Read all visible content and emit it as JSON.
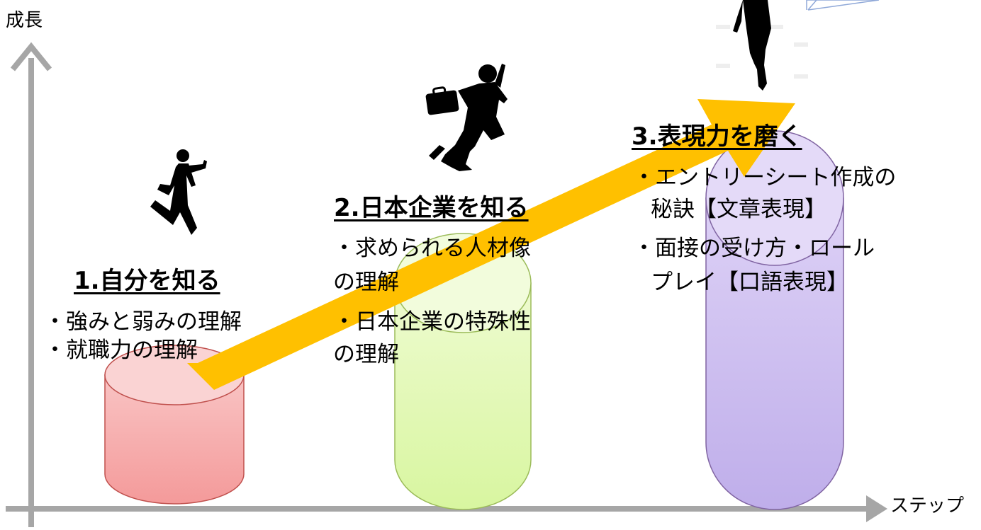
{
  "axes": {
    "y_label": "成長",
    "x_label": "ステップ"
  },
  "steps": [
    {
      "title": "1.自分を知る",
      "lines": [
        "・強みと弱みの理解",
        "・就職力の理解"
      ],
      "color": "#f7a9a9"
    },
    {
      "title": "2.日本企業を知る",
      "lines": [
        "・求められる人材像",
        "の理解",
        "・日本企業の特殊性",
        "の理解"
      ],
      "color": "#d6f59a"
    },
    {
      "title": "3.表現力を磨く",
      "lines": [
        "・エントリーシート作成の",
        "秘訣【文章表現】",
        "・面接の受け方・ロール",
        "プレイ【口語表現】"
      ],
      "color": "#c9b8ef"
    }
  ],
  "arrow_color": "#ffc000",
  "axis_color": "#a6a6a6"
}
